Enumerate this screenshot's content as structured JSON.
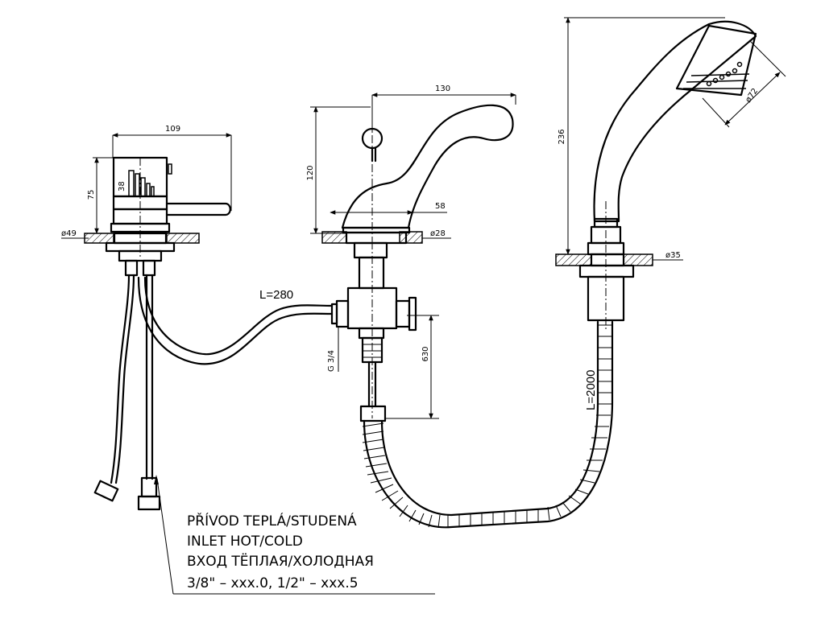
{
  "dimensions": {
    "lever_width": "109",
    "lever_height": "75",
    "lever_inner": "38",
    "lever_diameter": "ø49",
    "spout_length": "130",
    "spout_height": "120",
    "spout_base": "58",
    "spout_diameter": "ø28",
    "shower_height": "236",
    "shower_head_diameter": "ø72",
    "shower_holder_diameter": "ø35",
    "pipe_length": "L=280",
    "hose_length": "L=2000",
    "thread": "G 3/4",
    "connector_height": "630"
  },
  "note": {
    "line1": "PŘÍVOD TEPLÁ/STUDENÁ",
    "line2": "INLET HOT/COLD",
    "line3": "ВХОД ТЁПЛАЯ/ХОЛОДНАЯ",
    "line4": "3/8\" – xxx.0,  1/2\" – xxx.5"
  }
}
